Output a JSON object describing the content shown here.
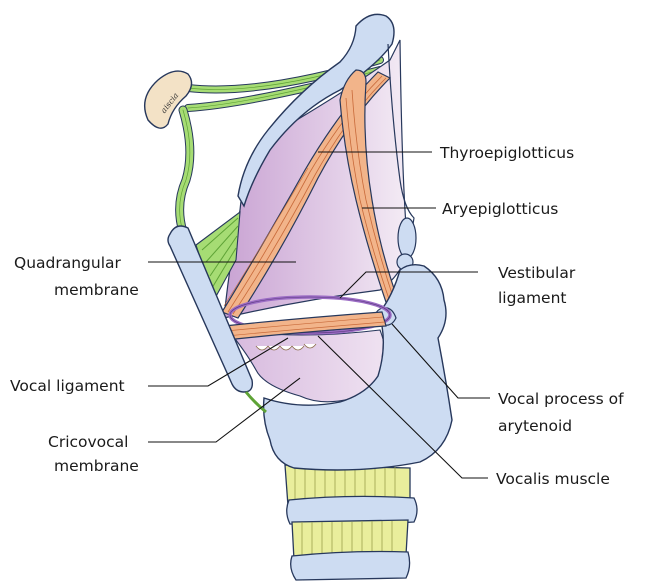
{
  "labels": {
    "thyroepiglotticus": "Thyroepiglotticus",
    "aryepiglotticus": "Aryepiglotticus",
    "quadrangular_1": "Quadrangular",
    "quadrangular_2": "membrane",
    "vestibular_1": "Vestibular",
    "vestibular_2": "ligament",
    "vocal_ligament": "Vocal ligament",
    "vocal_process_1": "Vocal process of",
    "vocal_process_2": "arytenoid",
    "cricovocal_1": "Cricovocal",
    "cricovocal_2": "membrane",
    "vocalis": "Vocalis muscle"
  },
  "colors": {
    "cartilage": "#cddcf2",
    "cartilage_outline": "#27385c",
    "membrane": "#d9bfdf",
    "membrane_light": "#f1e6f2",
    "muscle": "#f2b48a",
    "muscle_stripe": "#c86a3a",
    "ligament_nerve": "#9ed86a",
    "ring": "#e9ee9c",
    "hyoid": "#f3e2c6",
    "vestibular_ligament": "#9b6cc4"
  }
}
